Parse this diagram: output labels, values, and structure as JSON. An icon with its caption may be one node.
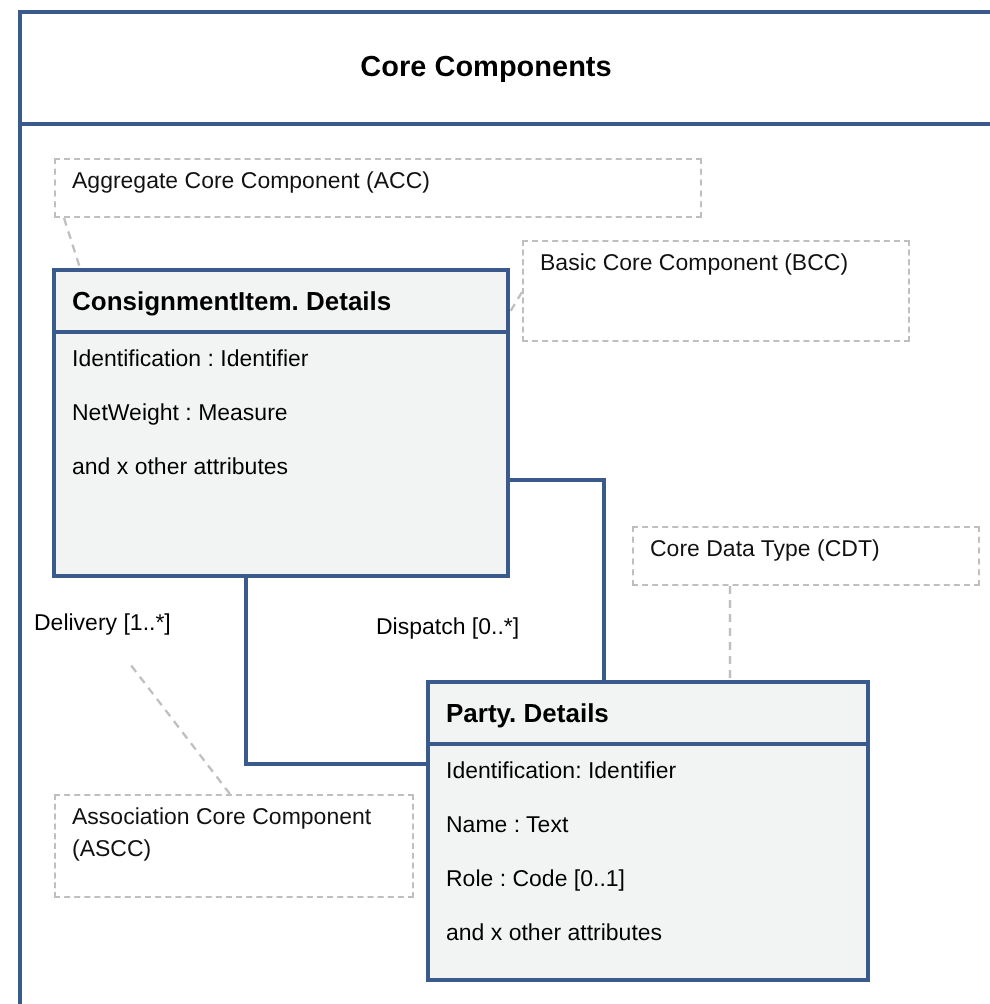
{
  "diagram": {
    "nodes": [
      {
        "text": [
          "Core Components"
        ]
      },
      {
        "text": [
          "Aggregate Core Component (ACC)"
        ],
        "in": 0
      },
      {
        "text": [
          "ConsignmentItem. Details",
          "Identification : Identifier",
          "NetWeight : Measure",
          "and x other attributes"
        ],
        "in": 0
      },
      {
        "text": [
          "Basic Core Component (BCC)"
        ],
        "in": 0
      },
      {
        "text": [
          "Core Data Type (CDT)"
        ],
        "in": 0
      },
      {
        "text": [
          "Party. Details",
          "Identification: Identifier",
          "Name : Text",
          "Role : Code [0..1]",
          "and x other attributes"
        ],
        "in": 0
      },
      {
        "text": [
          "Association Core Component (ASCC)"
        ],
        "in": 0
      }
    ],
    "edges": [
      {
        "from": 2,
        "to": 5,
        "arrow": "none",
        "label": "Delivery [1..*]",
        "color": "#3a5a8c"
      },
      {
        "from": 2,
        "to": 5,
        "arrow": "none",
        "label": "Dispatch [0..*]",
        "color": "#3a5a8c"
      },
      {
        "from": 1,
        "to": 2,
        "arrow": "none",
        "style": "dashed"
      },
      {
        "from": 3,
        "to": 2,
        "arrow": "none",
        "style": "dashed"
      },
      {
        "from": 4,
        "to": 5,
        "arrow": "none",
        "style": "dashed"
      },
      {
        "from": 6,
        "to": null,
        "arrow": "none",
        "style": "dashed"
      }
    ]
  }
}
